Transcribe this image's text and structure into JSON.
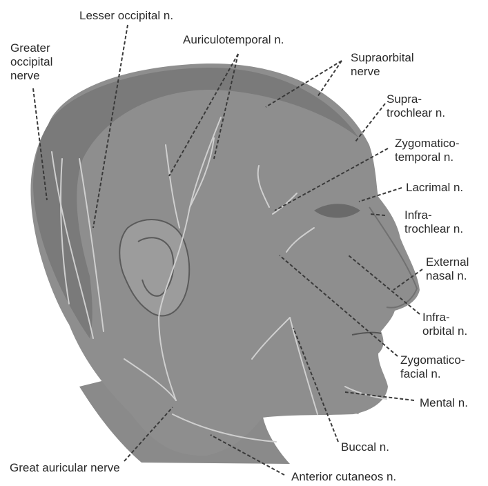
{
  "figure": {
    "colors": {
      "skin": "#8e8e8e",
      "skin_shadow": "#6f6f6f",
      "nerve": "#c9c9c9",
      "leader": "#3a3a3a",
      "text": "#2a2a2a",
      "background": "#ffffff"
    },
    "labels": {
      "lesser_occipital": "Lesser occipital n.",
      "greater_occipital": [
        "Greater",
        "occipital",
        "nerve"
      ],
      "auriculotemporal": "Auriculotemporal n.",
      "supraorbital": [
        "Supraorbital",
        "nerve"
      ],
      "supratrochlear": [
        "Supra-",
        "trochlear n."
      ],
      "zygomaticotemporal": [
        "Zygomatico-",
        "temporal n."
      ],
      "lacrimal": "Lacrimal n.",
      "infratrochlear": [
        "Infra-",
        "trochlear n."
      ],
      "external_nasal": [
        "External",
        "nasal n."
      ],
      "infraorbital": [
        "Infra-",
        "orbital n."
      ],
      "zygomaticofacial": [
        "Zygomatico-",
        "facial n."
      ],
      "mental": "Mental n.",
      "buccal": "Buccal n.",
      "great_auricular": "Great auricular nerve",
      "anterior_cutaneous": "Anterior cutaneos n."
    }
  }
}
